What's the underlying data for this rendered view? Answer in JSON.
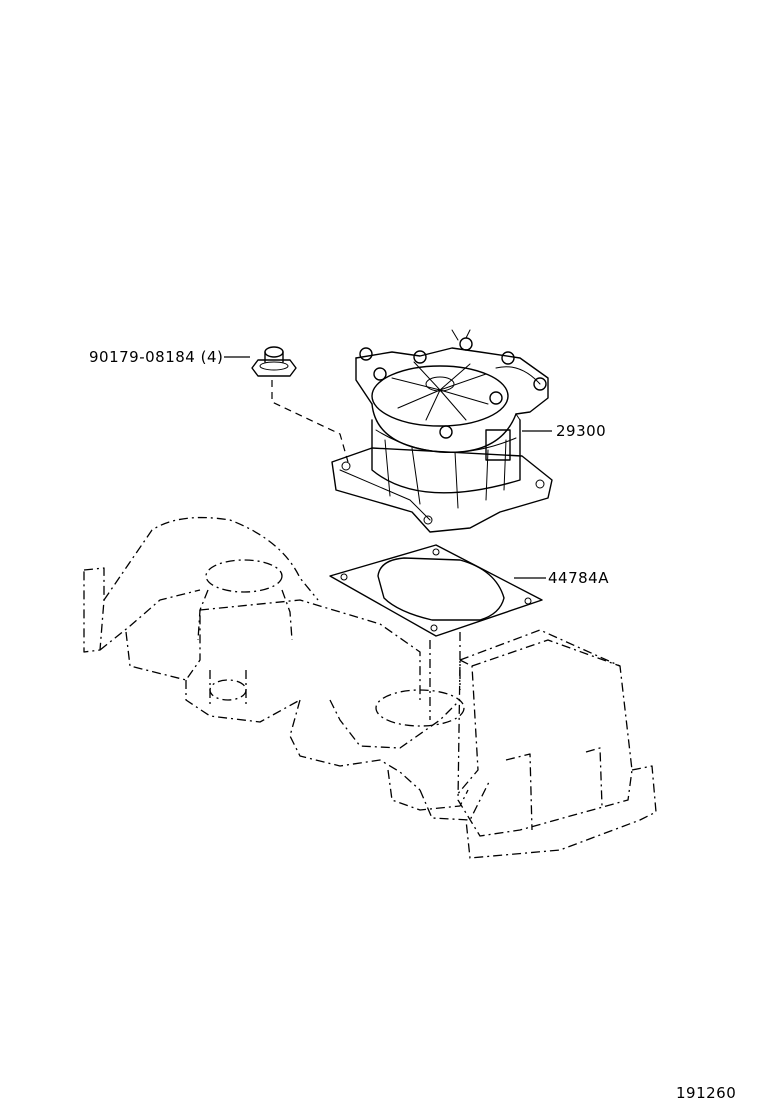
{
  "parts": {
    "nut": {
      "part_number": "90179-08184",
      "quantity": "(4)"
    },
    "carburetor": {
      "part_number": "29300"
    },
    "gasket": {
      "part_number": "44784A"
    }
  },
  "figure_id": "191260",
  "colors": {
    "line": "#000000",
    "background": "#ffffff"
  }
}
